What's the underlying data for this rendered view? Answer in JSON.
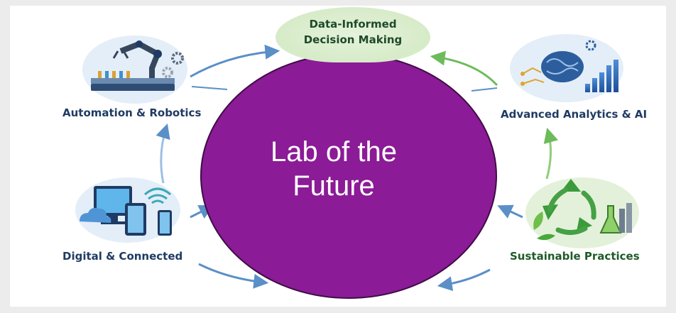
{
  "center": {
    "line1": "Lab of the",
    "line2": "Future"
  },
  "nodes": {
    "top": {
      "line1": "Data-Informed",
      "line2": "Decision Making"
    },
    "top_left": {
      "label": "Automation & Robotics"
    },
    "top_right": {
      "label": "Advanced Analytics & AI"
    },
    "bottom_left": {
      "label": "Digital & Connected"
    },
    "bottom_right": {
      "label": "Sustainable Practices"
    }
  },
  "colors": {
    "center_fill": "#8b1b96",
    "navy_text": "#1f3b63",
    "green_text": "#1f5a2a",
    "arrow_blue": "#5b8fc7",
    "arrow_green": "#6dbb5a"
  },
  "icons": [
    "robot-arm-icon",
    "gear-icon",
    "brain-icon",
    "bar-chart-icon",
    "monitor-icon",
    "tablet-icon",
    "phone-icon",
    "wifi-icon",
    "cloud-icon",
    "recycle-icon",
    "leaf-icon",
    "flask-icon"
  ]
}
